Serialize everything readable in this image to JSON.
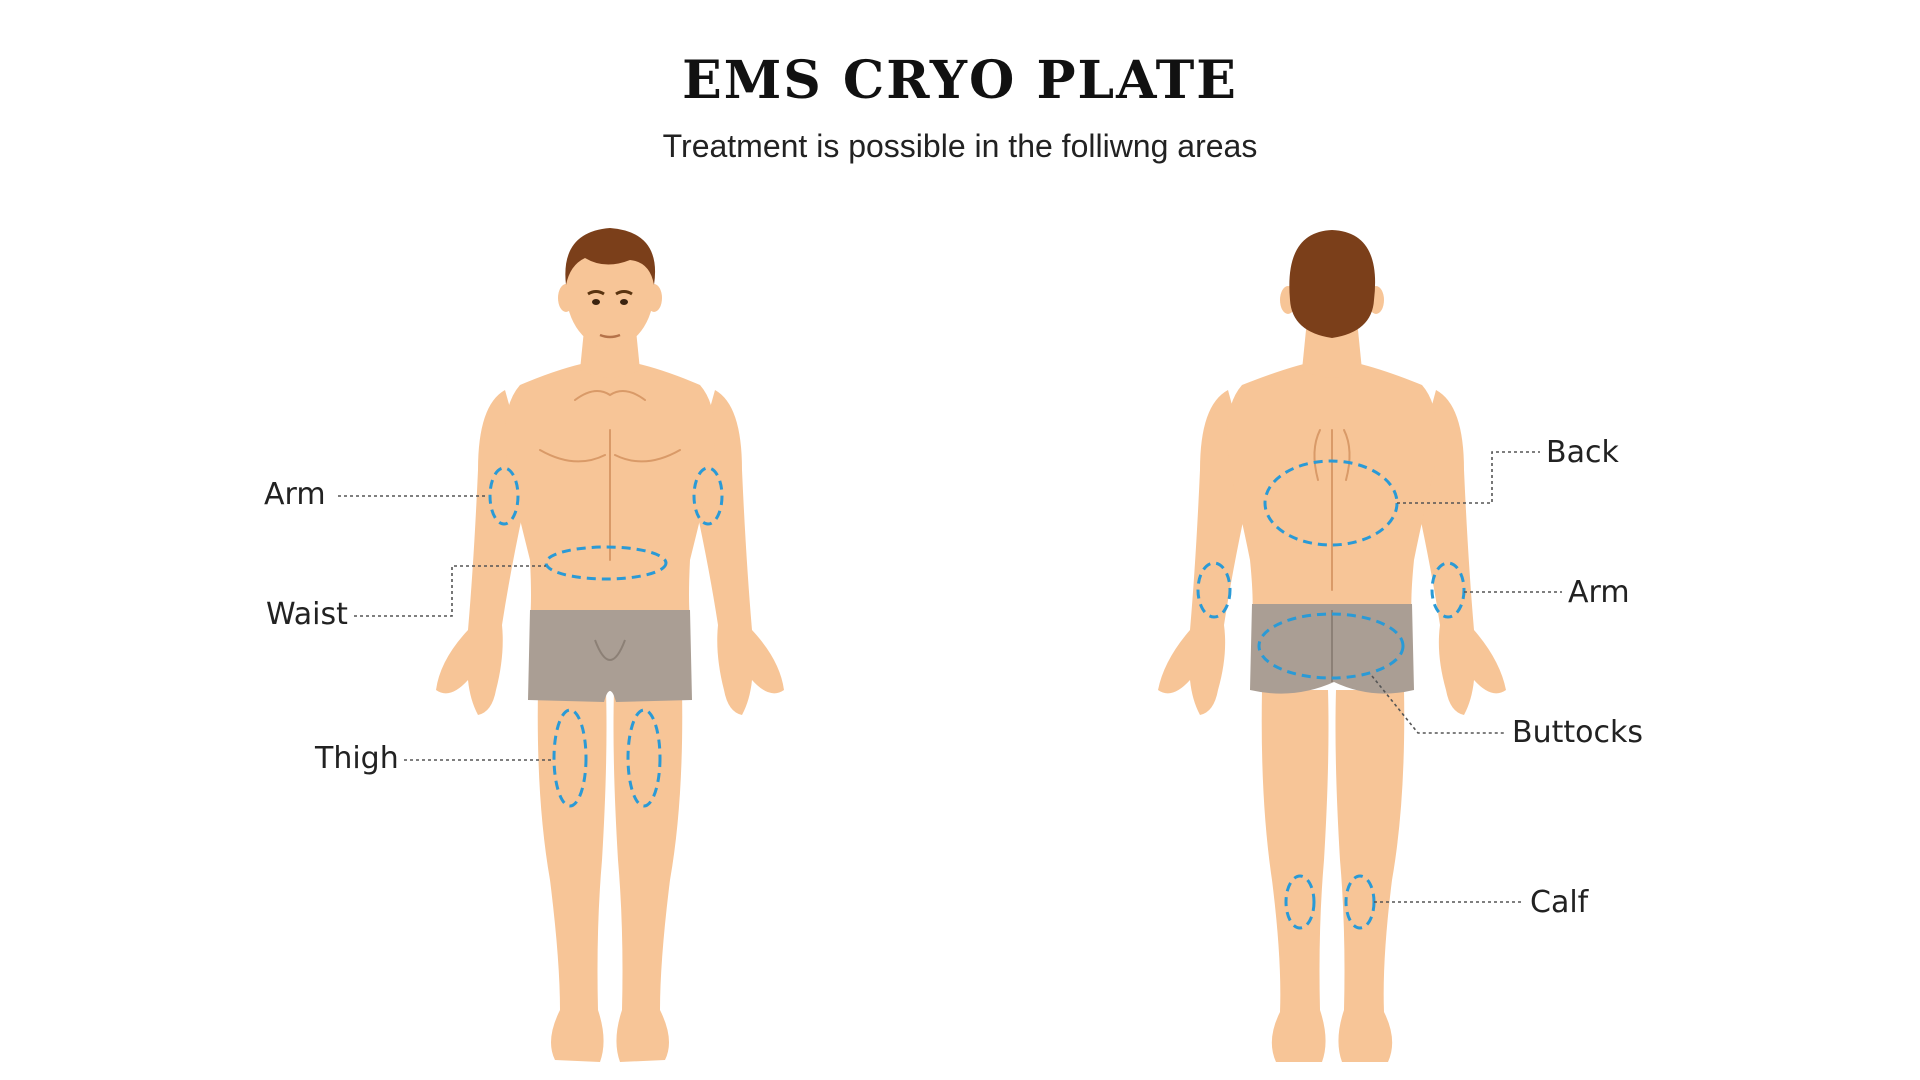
{
  "header": {
    "title": "EMS CRYO PLATE",
    "subtitle": "Treatment is possible in the folliwng areas"
  },
  "front_labels": {
    "arm": "Arm",
    "waist": "Waist",
    "thigh": "Thigh"
  },
  "back_labels": {
    "back": "Back",
    "arm": "Arm",
    "buttocks": "Buttocks",
    "calf": "Calf"
  },
  "colors": {
    "zone_outline": "#2a9ad6",
    "skin": "#f7c597",
    "shorts": "#aa9e94",
    "hair": "#7b3f1a"
  }
}
